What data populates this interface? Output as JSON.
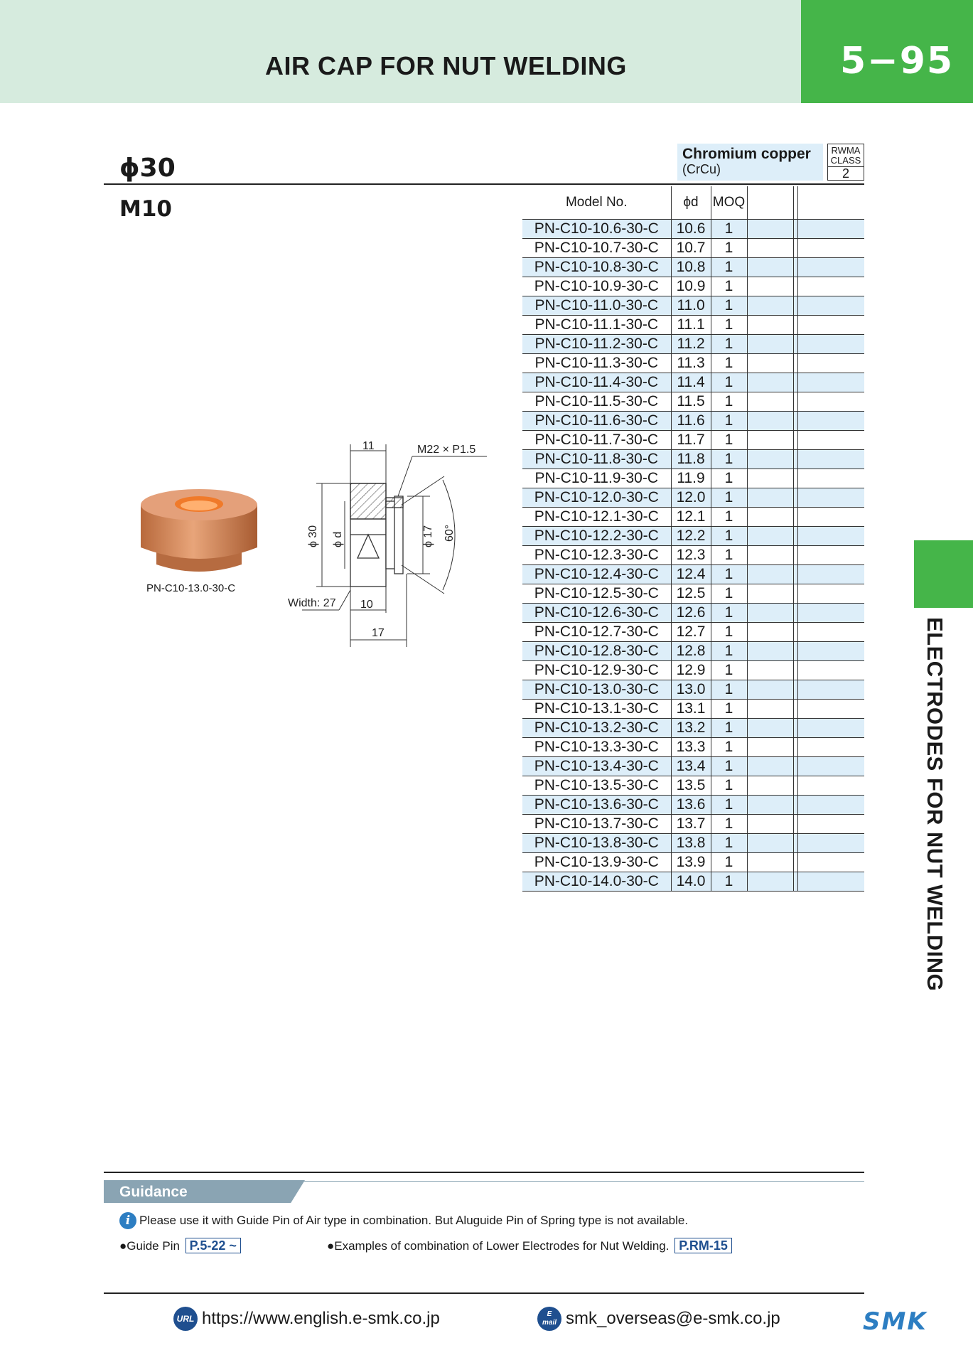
{
  "header": {
    "title": "AIR CAP FOR NUT WELDING",
    "page_number": "5−95"
  },
  "side_tab": {
    "label": "ELECTRODES FOR NUT WELDING"
  },
  "product": {
    "size": "ϕ30",
    "thread": "M10",
    "material_name": "Chromium copper",
    "material_sub": "(CrCu)",
    "rwma_label": "RWMA CLASS",
    "rwma_class": "2",
    "photo_caption": "PN-C10-13.0-30-C"
  },
  "drawing": {
    "dim_top": "11",
    "thread_spec": "M22 × P1.5",
    "dia_outer": "ϕ 30",
    "dia_d": "ϕ d",
    "dia_17": "ϕ 17",
    "angle": "60°",
    "width_label": "Width: 27",
    "dim_10": "10",
    "dim_17": "17"
  },
  "table": {
    "headers": {
      "model": "Model No.",
      "d": "ϕd",
      "moq": "MOQ"
    },
    "rows": [
      {
        "model": "PN-C10-10.6-30-C",
        "d": "10.6",
        "moq": "1"
      },
      {
        "model": "PN-C10-10.7-30-C",
        "d": "10.7",
        "moq": "1"
      },
      {
        "model": "PN-C10-10.8-30-C",
        "d": "10.8",
        "moq": "1"
      },
      {
        "model": "PN-C10-10.9-30-C",
        "d": "10.9",
        "moq": "1"
      },
      {
        "model": "PN-C10-11.0-30-C",
        "d": "11.0",
        "moq": "1"
      },
      {
        "model": "PN-C10-11.1-30-C",
        "d": "11.1",
        "moq": "1"
      },
      {
        "model": "PN-C10-11.2-30-C",
        "d": "11.2",
        "moq": "1"
      },
      {
        "model": "PN-C10-11.3-30-C",
        "d": "11.3",
        "moq": "1"
      },
      {
        "model": "PN-C10-11.4-30-C",
        "d": "11.4",
        "moq": "1"
      },
      {
        "model": "PN-C10-11.5-30-C",
        "d": "11.5",
        "moq": "1"
      },
      {
        "model": "PN-C10-11.6-30-C",
        "d": "11.6",
        "moq": "1"
      },
      {
        "model": "PN-C10-11.7-30-C",
        "d": "11.7",
        "moq": "1"
      },
      {
        "model": "PN-C10-11.8-30-C",
        "d": "11.8",
        "moq": "1"
      },
      {
        "model": "PN-C10-11.9-30-C",
        "d": "11.9",
        "moq": "1"
      },
      {
        "model": "PN-C10-12.0-30-C",
        "d": "12.0",
        "moq": "1"
      },
      {
        "model": "PN-C10-12.1-30-C",
        "d": "12.1",
        "moq": "1"
      },
      {
        "model": "PN-C10-12.2-30-C",
        "d": "12.2",
        "moq": "1"
      },
      {
        "model": "PN-C10-12.3-30-C",
        "d": "12.3",
        "moq": "1"
      },
      {
        "model": "PN-C10-12.4-30-C",
        "d": "12.4",
        "moq": "1"
      },
      {
        "model": "PN-C10-12.5-30-C",
        "d": "12.5",
        "moq": "1"
      },
      {
        "model": "PN-C10-12.6-30-C",
        "d": "12.6",
        "moq": "1"
      },
      {
        "model": "PN-C10-12.7-30-C",
        "d": "12.7",
        "moq": "1"
      },
      {
        "model": "PN-C10-12.8-30-C",
        "d": "12.8",
        "moq": "1"
      },
      {
        "model": "PN-C10-12.9-30-C",
        "d": "12.9",
        "moq": "1"
      },
      {
        "model": "PN-C10-13.0-30-C",
        "d": "13.0",
        "moq": "1"
      },
      {
        "model": "PN-C10-13.1-30-C",
        "d": "13.1",
        "moq": "1"
      },
      {
        "model": "PN-C10-13.2-30-C",
        "d": "13.2",
        "moq": "1"
      },
      {
        "model": "PN-C10-13.3-30-C",
        "d": "13.3",
        "moq": "1"
      },
      {
        "model": "PN-C10-13.4-30-C",
        "d": "13.4",
        "moq": "1"
      },
      {
        "model": "PN-C10-13.5-30-C",
        "d": "13.5",
        "moq": "1"
      },
      {
        "model": "PN-C10-13.6-30-C",
        "d": "13.6",
        "moq": "1"
      },
      {
        "model": "PN-C10-13.7-30-C",
        "d": "13.7",
        "moq": "1"
      },
      {
        "model": "PN-C10-13.8-30-C",
        "d": "13.8",
        "moq": "1"
      },
      {
        "model": "PN-C10-13.9-30-C",
        "d": "13.9",
        "moq": "1"
      },
      {
        "model": "PN-C10-14.0-30-C",
        "d": "14.0",
        "moq": "1"
      }
    ]
  },
  "guidance": {
    "label": "Guidance",
    "note": "Please use it with Guide Pin of Air type in combination. But Aluguide Pin of Spring type is not available.",
    "guide_pin_label": "●Guide Pin",
    "guide_pin_ref": "P.5-22 ~",
    "examples_label": "●Examples of combination of Lower Electrodes for Nut Welding.",
    "examples_ref": "P.RM-15"
  },
  "footer": {
    "url_icon": "URL",
    "url": "https://www.english.e-smk.co.jp",
    "mail_icon_top": "E",
    "mail_icon_bottom": "mail",
    "email": "smk_overseas@e-smk.co.jp",
    "logo_text": "SMK"
  },
  "colors": {
    "header_band": "#d6ebde",
    "accent_green": "#45b549",
    "table_stripe": "#ddeef9",
    "guidance_tab": "#8aa4b3",
    "link_blue": "#1f4f8f",
    "copper": "#d98a5a"
  }
}
